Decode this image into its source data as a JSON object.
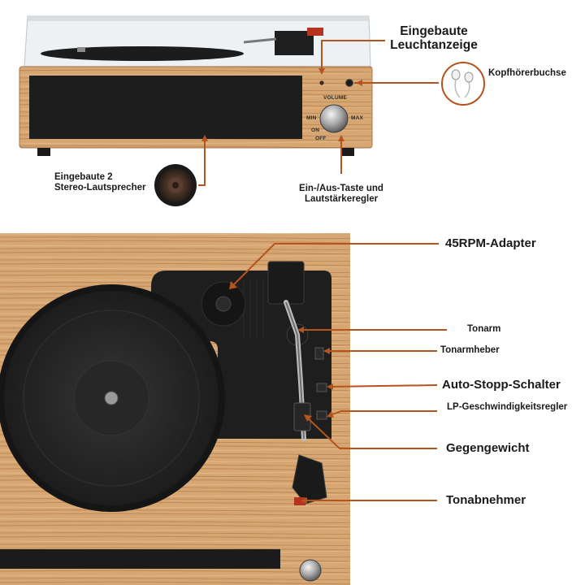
{
  "colors": {
    "callout": "#b6541d",
    "wood_light": "#d8a975",
    "wood_dark": "#b47f4f",
    "platter": "#1f1f1f",
    "speaker_grille": "#1b1b1b"
  },
  "top_view": {
    "labels": {
      "indicator": [
        "Eingebaute",
        "Leuchtanzeige"
      ],
      "headphone": "Kopfhörerbuchse",
      "speakers": [
        "Eingebaute 2",
        "Stereo-Lautsprecher"
      ],
      "power_volume": [
        "Ein-/Aus-Taste und",
        "Lautstärkeregler"
      ]
    },
    "knob": {
      "volume": "VOLUME",
      "min": "MIN",
      "max": "MAX",
      "on": "ON",
      "off": "OFF"
    }
  },
  "bottom_view": {
    "labels": {
      "adapter": "45RPM-Adapter",
      "tonearm": "Tonarm",
      "tonearm_lift": "Tonarmheber",
      "auto_stop": "Auto-Stopp-Schalter",
      "speed": "LP-Geschwindigkeitsregler",
      "counterweight": "Gegengewicht",
      "cartridge": "Tonabnehmer"
    }
  }
}
